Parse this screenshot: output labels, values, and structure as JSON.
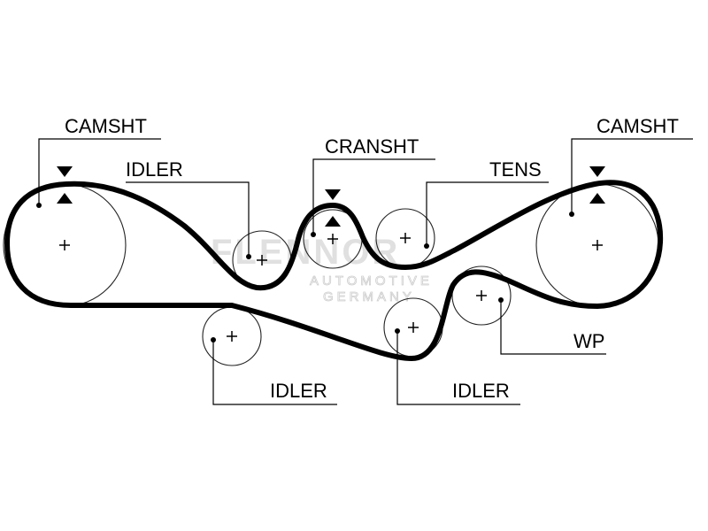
{
  "labels": {
    "camshaft_left": "CAMSHT",
    "idler_upper": "IDLER",
    "crankshaft": "CRANSHT",
    "tensioner": "TENS",
    "camshaft_right": "CAMSHT",
    "idler_lower_left": "IDLER",
    "idler_lower_right": "IDLER",
    "water_pump": "WP"
  },
  "watermark": {
    "brand": "FLENNOR",
    "line1": "AUTOMOTIVE",
    "line2": "GERMANY"
  },
  "colors": {
    "belt": "#000000",
    "pulley": "#222222",
    "watermark": "#c8c8c8"
  }
}
